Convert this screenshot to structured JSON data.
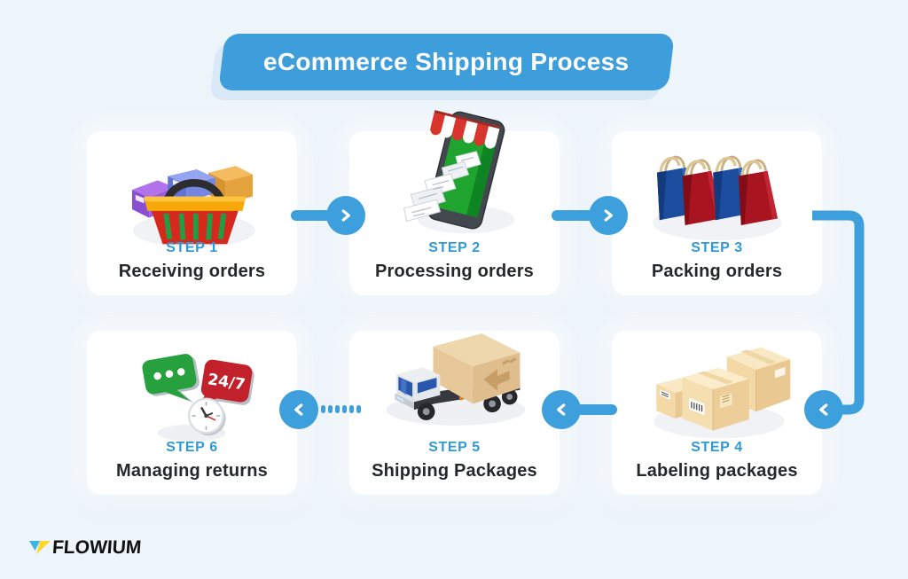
{
  "banner": {
    "title": "eCommerce Shipping Process"
  },
  "steps": [
    {
      "label": "STEP 1",
      "name": "Receiving orders",
      "icon": "shopping-basket"
    },
    {
      "label": "STEP 2",
      "name": "Processing orders",
      "icon": "mobile-storefront-receipt"
    },
    {
      "label": "STEP 3",
      "name": "Packing orders",
      "icon": "shopping-bags"
    },
    {
      "label": "STEP 4",
      "name": "Labeling packages",
      "icon": "cardboard-boxes"
    },
    {
      "label": "STEP 5",
      "name": "Shipping Packages",
      "icon": "delivery-truck"
    },
    {
      "label": "STEP 6",
      "name": "Managing returns",
      "icon": "chat-bubbles-24-7-clock"
    }
  ],
  "badges": {
    "support": "24/7"
  },
  "connectors": [
    {
      "from": "STEP 1",
      "to": "STEP 2",
      "style": "solid",
      "direction": "right"
    },
    {
      "from": "STEP 2",
      "to": "STEP 3",
      "style": "solid",
      "direction": "right"
    },
    {
      "from": "STEP 3",
      "to": "STEP 4",
      "style": "solid-elbow",
      "direction": "down-left"
    },
    {
      "from": "STEP 4",
      "to": "STEP 5",
      "style": "solid",
      "direction": "left"
    },
    {
      "from": "STEP 5",
      "to": "STEP 6",
      "style": "dotted",
      "direction": "left"
    }
  ],
  "logo": {
    "text": "FLOWIUM"
  },
  "colors": {
    "page_bg": "#edf4fa",
    "card_bg": "#ffffff",
    "accent_blue": "#3d9fdc",
    "banner_blue": "#3d9edb",
    "banner_shadow": "#d9e9f7",
    "step_label_blue": "#2f9ad7",
    "step_name_text": "#25282a",
    "logo_triangle_blue": "#3ab3e8",
    "logo_triangle_yellow": "#ffd72e"
  }
}
